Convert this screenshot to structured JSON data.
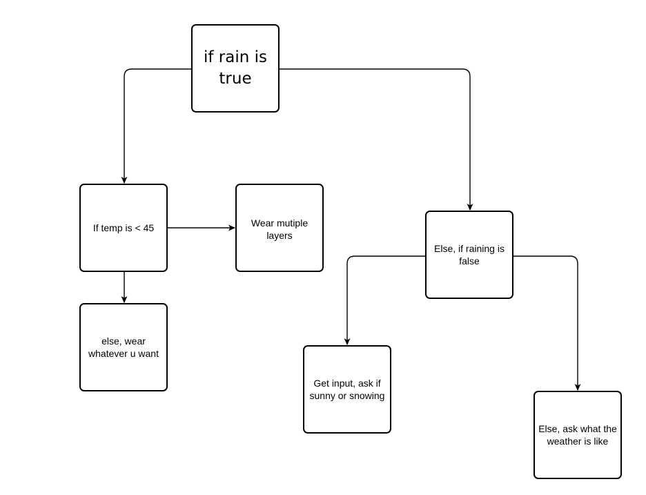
{
  "nodes": {
    "rain_true": "if rain is true",
    "temp_check": "If temp is < 45",
    "wear_layers": "Wear mutiple layers",
    "wear_whatever": "else, wear whatever u want",
    "rain_false": "Else, if raining is false",
    "sunny_snowing": "Get input, ask if sunny or snowing",
    "ask_weather": "Else, ask what the weather is like"
  },
  "colors": {
    "stroke": "#000000",
    "fill": "#ffffff"
  }
}
